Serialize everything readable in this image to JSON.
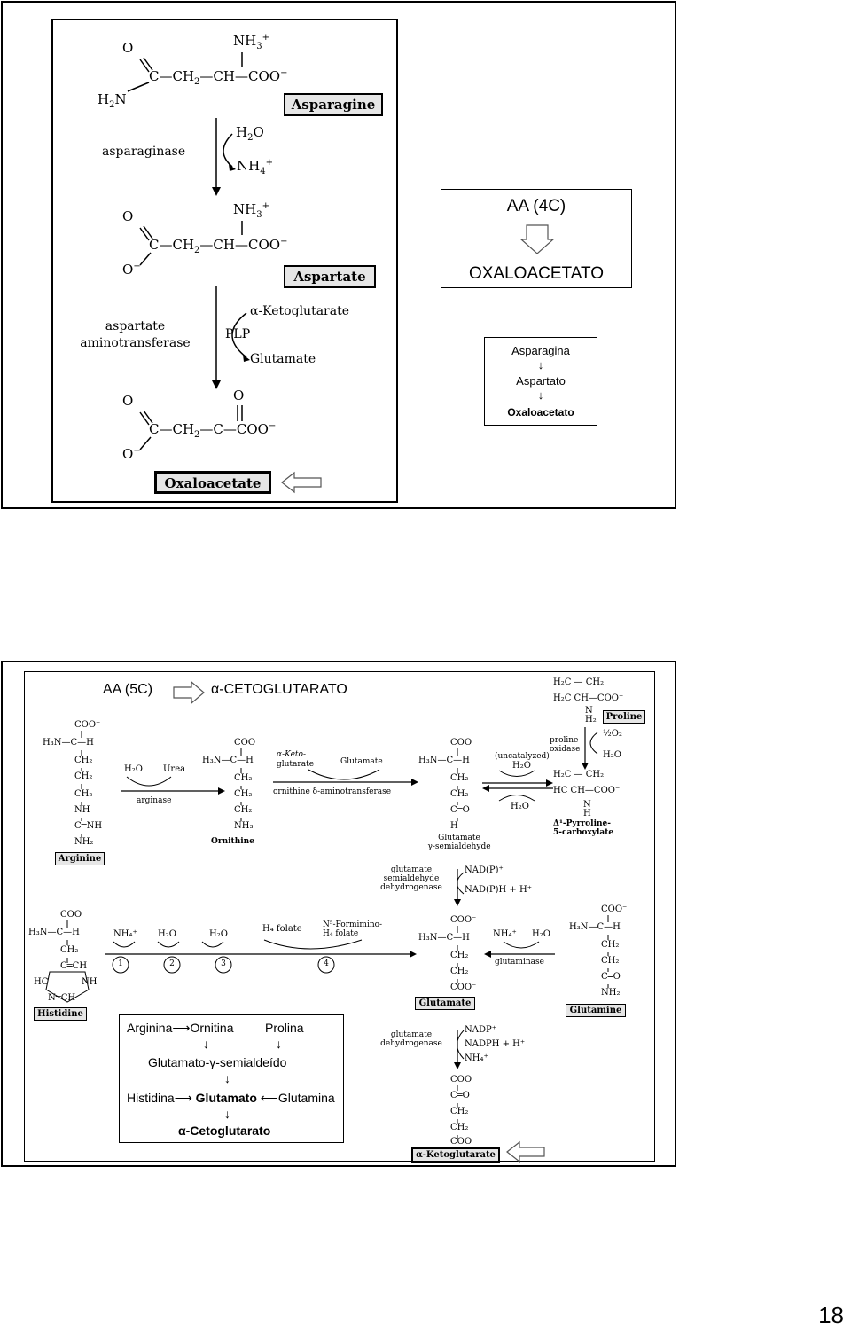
{
  "page_number": "18",
  "slide1": {
    "asparagine": {
      "o": "O",
      "nh3": "NH",
      "nh3_sub": "3",
      "nh3_sup": "+",
      "chain_c": "C",
      "chain_ch2": "CH",
      "chain_ch2_sub": "2",
      "chain_ch": "CH",
      "chain_coo": "COO",
      "h2n": "H",
      "h2n_sub": "2",
      "h2n_n": "N",
      "label": "Asparagine"
    },
    "step1": {
      "enzyme": "asparaginase",
      "in": "H",
      "in_sub": "2",
      "in_o": "O",
      "out": "NH",
      "out_sub": "4",
      "out_sup": "+"
    },
    "aspartate": {
      "o_top": "O",
      "nh3": "NH",
      "nh3_sub": "3",
      "nh3_sup": "+",
      "chain_c": "C",
      "chain_ch2": "CH",
      "chain_ch2_sub": "2",
      "chain_ch": "CH",
      "chain_coo": "COO",
      "o_bottom": "O",
      "label": "Aspartate"
    },
    "step2": {
      "enzyme_line1": "aspartate",
      "enzyme_line2": "aminotransferase",
      "cofactor": "PLP",
      "in": "α-Ketoglutarate",
      "out": "Glutamate"
    },
    "oxaloacetate": {
      "o_top": "O",
      "o_keto": "O",
      "chain_c": "C",
      "chain_ch2": "CH",
      "chain_ch2_sub": "2",
      "chain_c2": "C",
      "chain_coo": "COO",
      "o_bottom": "O",
      "label": "Oxaloacetate"
    },
    "title_box": {
      "line1": "AA (4C)",
      "line2": "OXALOACETATO"
    },
    "summary_box": {
      "item1": "Asparagina",
      "item2": "Aspartato",
      "item3": "Oxaloacetato",
      "arrow": "↓"
    }
  },
  "slide2": {
    "header": {
      "left": "AA (5C)",
      "right": "α-CETOGLUTARATO"
    },
    "proline": {
      "label": "Proline",
      "ring_top": "H₂C — CH₂",
      "ring_mid": "H₂C   CH—COO⁻",
      "ring_n": "N",
      "ring_nh2": "H₂"
    },
    "arginine": {
      "coo": "COO⁻",
      "alpha": "H₃N—C—H",
      "ch2a": "CH₂",
      "ch2b": "CH₂",
      "ch2c": "CH₂",
      "nh": "NH",
      "guan": "C═NH",
      "nh3": "NH₂",
      "label": "Arginine"
    },
    "arginase": {
      "in": "H₂O",
      "out": "Urea",
      "enzyme": "arginase"
    },
    "ornithine": {
      "coo": "COO⁻",
      "alpha": "H₃N—C—H",
      "ch2a": "CH₂",
      "ch2b": "CH₂",
      "ch2c": "CH₂",
      "nh3": "NH₃",
      "label": "Ornithine"
    },
    "oat": {
      "in_line1": "α-Keto-",
      "in_line2": "glutarate",
      "out": "Glutamate",
      "enzyme": "ornithine δ-aminotransferase"
    },
    "gsa": {
      "coo": "COO⁻",
      "alpha": "H₃N—C—H",
      "ch2a": "CH₂",
      "ch2b": "CH₂",
      "cho": "C═O",
      "h": "H",
      "label_line1": "Glutamate",
      "label_line2": "γ-semialdehyde"
    },
    "cyclization": {
      "note": "(uncatalyzed)",
      "out": "H₂O",
      "in": "H₂O"
    },
    "prox": {
      "enzyme_line1": "proline",
      "enzyme_line2": "oxidase",
      "in": "½O₂",
      "out": "H₂O"
    },
    "p5c": {
      "ring_top": "H₂C — CH₂",
      "ring_mid": "HC   CH—COO⁻",
      "ring_n": "N",
      "ring_h": "H",
      "label_line1": "Δ¹-Pyrroline-",
      "label_line2": "5-carboxylate"
    },
    "gsadh": {
      "enzyme_line1": "glutamate",
      "enzyme_line2": "semialdehyde",
      "enzyme_line3": "dehydrogenase",
      "in": "NAD(P)⁺",
      "out": "NAD(P)H + H⁺"
    },
    "histidine": {
      "coo": "COO⁻",
      "alpha": "H₃N—C—H",
      "ch2": "CH₂",
      "ring_top": "C═CH",
      "ring_hc": "HC",
      "ring_nh": "NH",
      "ring_bottom": "N═CH",
      "label": "Histidine"
    },
    "his_steps": {
      "nh4": "NH₄⁺",
      "h2o_a": "H₂O",
      "h2o_b": "H₂O",
      "h4folate": "H₄ folate",
      "formimino_line1": "N⁵-Formimino-",
      "formimino_line2": "H₄ folate",
      "s1": "1",
      "s2": "2",
      "s3": "3",
      "s4": "4"
    },
    "glutamate": {
      "coo": "COO⁻",
      "alpha": "H₃N—C—H",
      "ch2a": "CH₂",
      "ch2b": "CH₂",
      "coo2": "COO⁻",
      "label": "Glutamate"
    },
    "glutaminase": {
      "nh4": "NH₄⁺",
      "h2o": "H₂O",
      "enzyme": "glutaminase"
    },
    "glutamine": {
      "coo": "COO⁻",
      "alpha": "H₃N—C—H",
      "ch2a": "CH₂",
      "ch2b": "CH₂",
      "co": "C═O",
      "nh2": "NH₂",
      "label": "Glutamine"
    },
    "gdh": {
      "enzyme_line1": "glutamate",
      "enzyme_line2": "dehydrogenase",
      "in": "NADP⁺",
      "out1": "NADPH + H⁺",
      "out2": "NH₄⁺"
    },
    "akg": {
      "coo": "COO⁻",
      "co": "C═O",
      "ch2a": "CH₂",
      "ch2b": "CH₂",
      "coo2": "COO⁻",
      "label": "α-Ketoglutarate"
    },
    "summary_box": {
      "arginina": "Arginina",
      "ornitina": "Ornitina",
      "prolina": "Prolina",
      "gsa": "Glutamato-γ-semialdeído",
      "histidina": "Histidina",
      "glutamato": "Glutamato",
      "glutamina": "Glutamina",
      "akg": "α-Cetoglutarato",
      "arrow": "↓",
      "arrow_right": "⟶",
      "arrow_left": "⟵"
    }
  }
}
